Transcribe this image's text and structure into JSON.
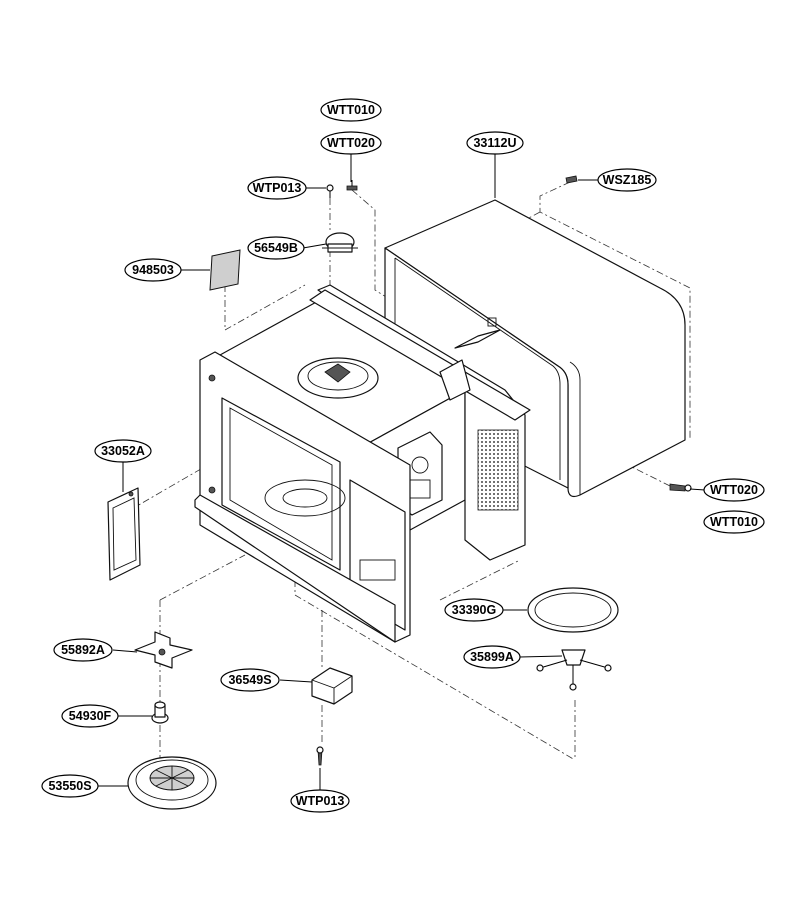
{
  "labels": [
    "WTT010",
    "WTT020",
    "WTP013",
    "56549B",
    "948503",
    "33112U",
    "WSZ185",
    "33052A",
    "WTT020",
    "WTT010",
    "33390G",
    "35899A",
    "55892A",
    "36549S",
    "54930F",
    "53550S",
    "WTP013"
  ]
}
